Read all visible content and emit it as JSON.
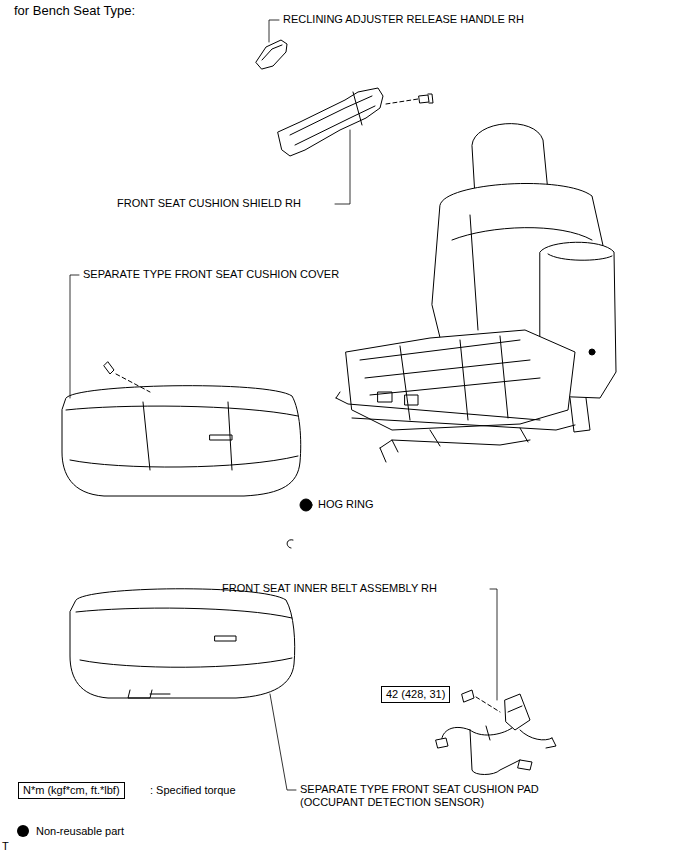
{
  "diagram": {
    "title": "for Bench Seat Type:",
    "nodes": [
      {
        "text": [
          "42 (428, 31)"
        ]
      },
      {
        "text": [
          "N*m (kgf*cm, ft.*lbf)"
        ]
      }
    ],
    "labels": [
      "RECLINING ADJUSTER RELEASE HANDLE RH",
      "FRONT SEAT CUSHION SHIELD RH",
      "SEPARATE TYPE FRONT SEAT CUSHION COVER",
      "HOG RING",
      "FRONT SEAT INNER BELT ASSEMBLY RH",
      ": Specified torque",
      "SEPARATE TYPE FRONT SEAT CUSHION PAD (OCCUPANT DETECTION SENSOR)",
      "T"
    ],
    "legend": [
      {
        "text": "Non-reusable part",
        "color": "#000000"
      }
    ]
  }
}
